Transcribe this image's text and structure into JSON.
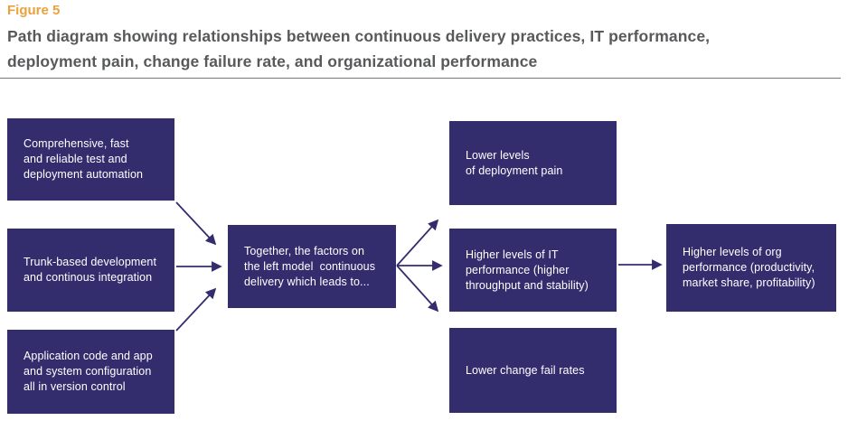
{
  "header": {
    "figure_label": "Figure 5",
    "title": "Path diagram showing relationships between continuous delivery practices, IT performance,\ndeployment pain, change failure rate, and organizational performance"
  },
  "colors": {
    "box_navy": "#332D6E",
    "accent_orange": "#E9A23C",
    "title_gray": "#58595B",
    "divider_gray": "#777777",
    "box_text": "#FFFFFF"
  },
  "diagram": {
    "boxes": {
      "test_automation": {
        "text": "Comprehensive, fast\nand reliable test and\ndeployment automation"
      },
      "trunk_development": {
        "text": "Trunk-based development\nand continous integration"
      },
      "version_control": {
        "text": "Application code and app\nand system configuration\nall in version control"
      },
      "together": {
        "text": "Together, the factors on\nthe left model  continuous\ndelivery which leads to..."
      },
      "deployment_pain": {
        "text": "Lower levels\nof deployment pain"
      },
      "it_performance": {
        "text": "Higher levels of IT\nperformance (higher\nthroughput and stability)"
      },
      "change_fail": {
        "text": "Lower change fail rates"
      },
      "org_performance": {
        "text": "Higher levels of org\nperformance (productivity,\nmarket share, profitability)"
      }
    },
    "connections": [
      {
        "from": "test_automation",
        "to": "together"
      },
      {
        "from": "trunk_development",
        "to": "together"
      },
      {
        "from": "version_control",
        "to": "together"
      },
      {
        "from": "together",
        "to": "deployment_pain"
      },
      {
        "from": "together",
        "to": "it_performance"
      },
      {
        "from": "together",
        "to": "change_fail"
      },
      {
        "from": "it_performance",
        "to": "org_performance"
      }
    ]
  }
}
